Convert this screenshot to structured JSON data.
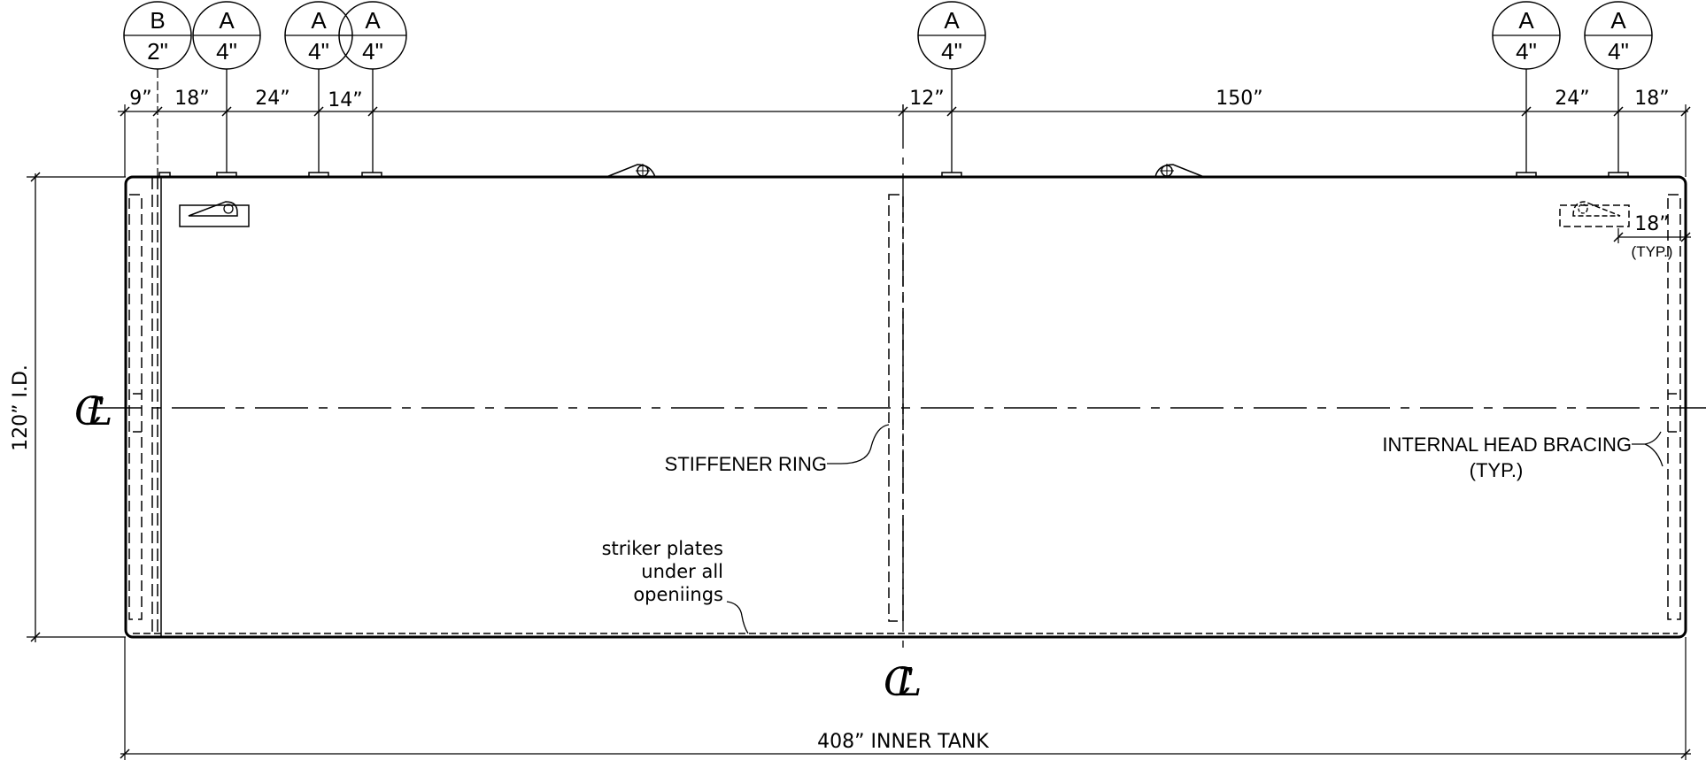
{
  "nozzles": [
    {
      "id": "B",
      "size": "2\""
    },
    {
      "id": "A",
      "size": "4\""
    },
    {
      "id": "A",
      "size": "4\""
    },
    {
      "id": "A",
      "size": "4\""
    },
    {
      "id": "A",
      "size": "4\""
    },
    {
      "id": "A",
      "size": "4\""
    },
    {
      "id": "A",
      "size": "4\""
    }
  ],
  "dims_top": [
    "9”",
    "18”",
    "24”",
    "14”",
    "12”",
    "150”",
    "24”",
    "18”"
  ],
  "dim_side": "18”",
  "dim_side_typ": "(TYP.)",
  "dim_height": "120”  I.D.",
  "dim_length": "408”  INNER  TANK",
  "centerline_symbol": "CL",
  "labels": {
    "stiffener": "STIFFENER RING",
    "bracing_line1": "INTERNAL HEAD BRACING",
    "bracing_line2": "(TYP.)",
    "striker_line1": "striker  plates",
    "striker_line2": "under  all",
    "striker_line3": "openiings"
  }
}
